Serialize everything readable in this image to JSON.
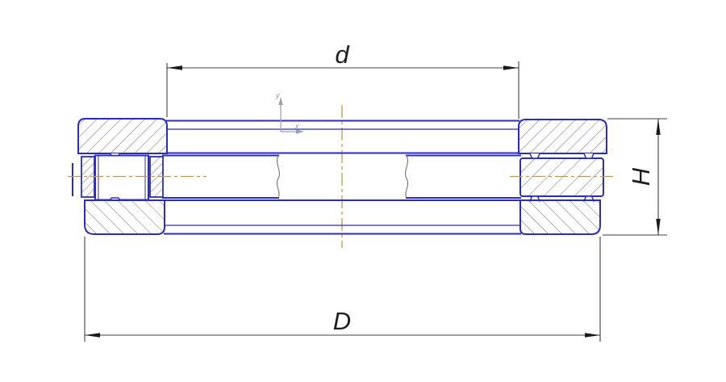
{
  "dimensions": {
    "inner_diameter_label": "d",
    "outer_diameter_label": "D",
    "height_label": "H"
  },
  "origin_marker": {
    "y_axis_label": "y",
    "x_axis_label": "x"
  },
  "colors": {
    "outline": "#2b2cc0",
    "hatch": "#6b6b6b",
    "centerline": "#c49a3e",
    "dimension": "#3f3f3f",
    "arrow": "#1a1a1a",
    "origin": "#98a0ae",
    "break_line": "#666666",
    "background": "#ffffff"
  }
}
